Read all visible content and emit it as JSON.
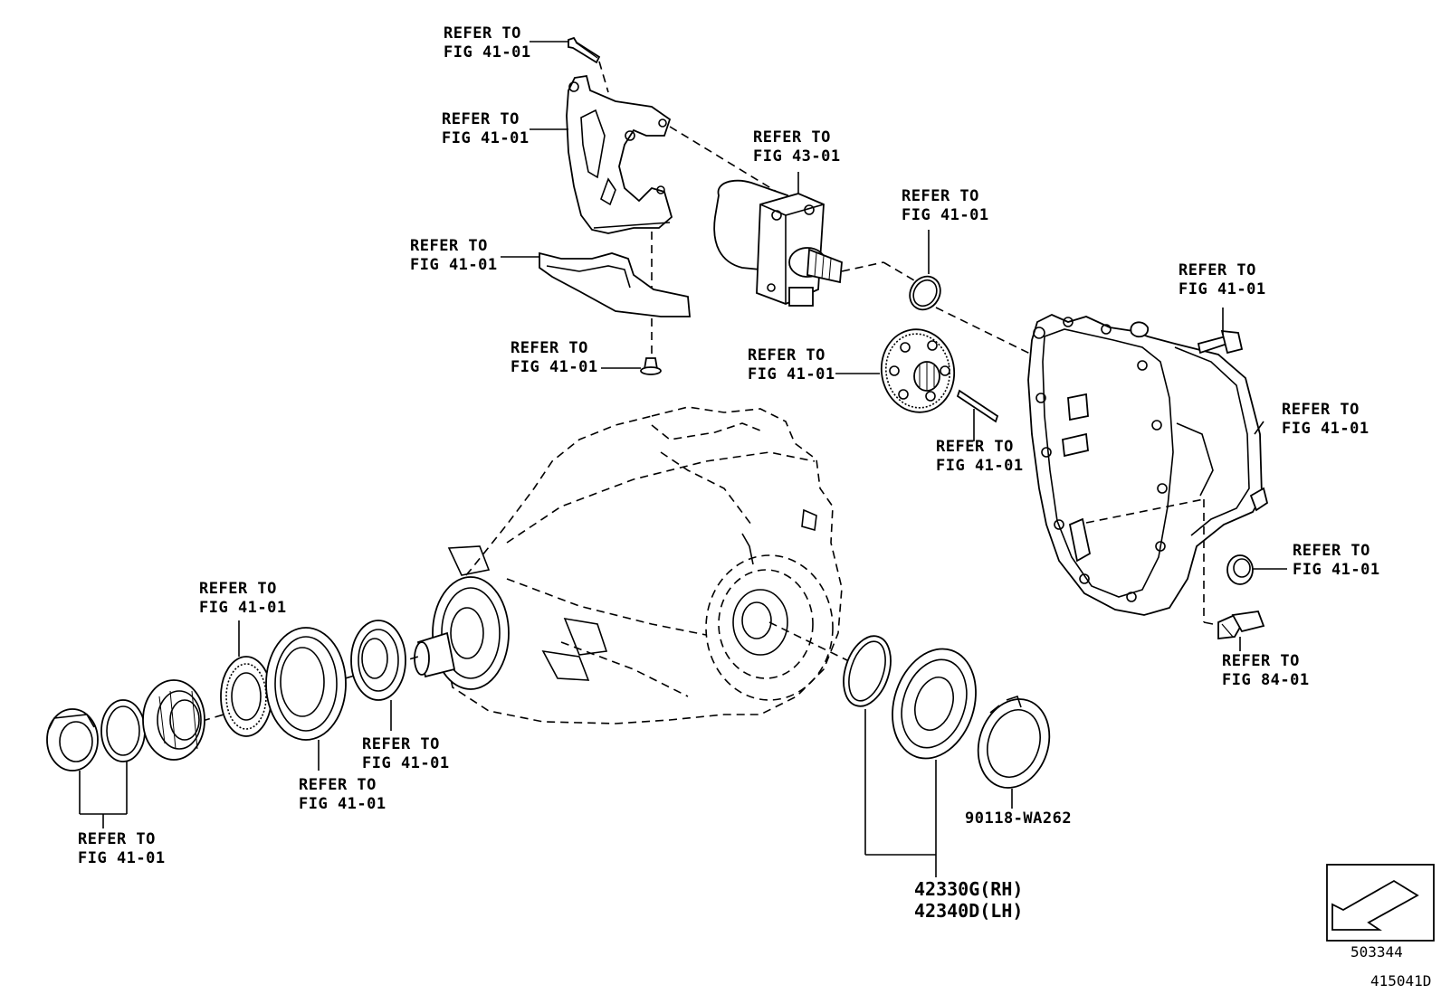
{
  "labels": {
    "ref_bolt_top": [
      "REFER TO",
      "FIG 41-01"
    ],
    "ref_bracket": [
      "REFER TO",
      "FIG 41-01"
    ],
    "ref_plate": [
      "REFER TO",
      "FIG 41-01"
    ],
    "ref_bolt_small": [
      "REFER TO",
      "FIG 41-01"
    ],
    "ref_motor": [
      "REFER TO",
      "FIG 43-01"
    ],
    "ref_oring": [
      "REFER TO",
      "FIG 41-01"
    ],
    "ref_gear": [
      "REFER TO",
      "FIG 41-01"
    ],
    "ref_pin": [
      "REFER TO",
      "FIG 41-01"
    ],
    "ref_bolt_right": [
      "REFER TO",
      "FIG 41-01"
    ],
    "ref_cover": [
      "REFER TO",
      "FIG 41-01"
    ],
    "ref_plug": [
      "REFER TO",
      "FIG 41-01"
    ],
    "ref_sensor": [
      "REFER TO",
      "FIG 84-01"
    ],
    "ref_nut_washer": [
      "REFER TO",
      "FIG 41-01"
    ],
    "ref_bearing_race": [
      "REFER TO",
      "FIG 41-01"
    ],
    "ref_seal_a": [
      "REFER TO",
      "FIG 41-01"
    ],
    "ref_seal_b": [
      "REFER TO",
      "FIG 41-01"
    ]
  },
  "part_numbers": {
    "nut": "90118-WA262",
    "bearing_rh": "42330G(RH)",
    "bearing_lh": "42340D(LH)"
  },
  "footer": {
    "badge_code": "503344",
    "illustration_code": "415041D"
  },
  "icons": {
    "front_arrow": "front-direction-arrow-icon"
  }
}
